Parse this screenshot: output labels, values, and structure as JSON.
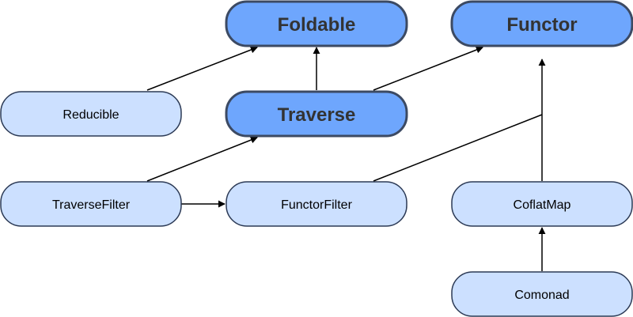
{
  "diagram": {
    "colors": {
      "major_fill": "#6ea6fd",
      "major_stroke": "#3c4a63",
      "minor_fill": "#cce0ff",
      "minor_stroke": "#2c3a55",
      "edge": "#000000"
    },
    "nodes": {
      "foldable": {
        "label": "Foldable"
      },
      "functor": {
        "label": "Functor"
      },
      "reducible": {
        "label": "Reducible"
      },
      "traverse": {
        "label": "Traverse"
      },
      "traverse_filter": {
        "label": "TraverseFilter"
      },
      "functor_filter": {
        "label": "FunctorFilter"
      },
      "coflatmap": {
        "label": "CoflatMap"
      },
      "comonad": {
        "label": "Comonad"
      }
    },
    "edges": [
      {
        "from": "Reducible",
        "to": "Foldable"
      },
      {
        "from": "Traverse",
        "to": "Foldable"
      },
      {
        "from": "Traverse",
        "to": "Functor"
      },
      {
        "from": "TraverseFilter",
        "to": "Traverse"
      },
      {
        "from": "TraverseFilter",
        "to": "FunctorFilter"
      },
      {
        "from": "FunctorFilter",
        "to": "Functor"
      },
      {
        "from": "CoflatMap",
        "to": "Functor"
      },
      {
        "from": "Comonad",
        "to": "CoflatMap"
      }
    ]
  }
}
